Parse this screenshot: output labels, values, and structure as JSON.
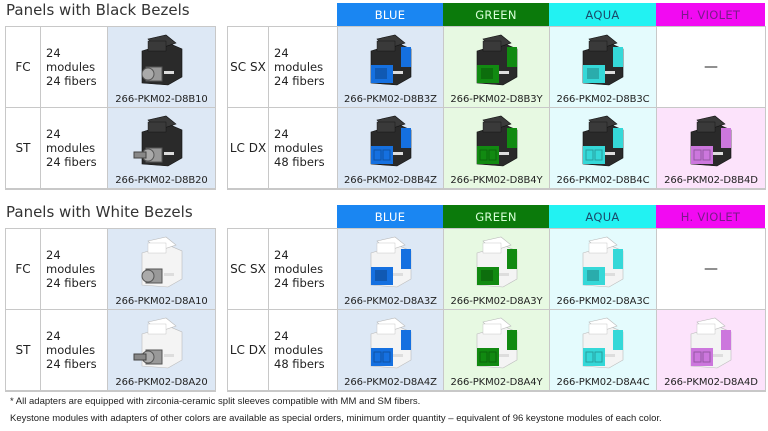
{
  "colors": {
    "blue": "#1a86f2",
    "green": "#0b7a0b",
    "aqua": "#22f2f2",
    "violet": "#f20af2",
    "cell_bg": {
      "blue": "#dde8f5",
      "green": "#e7f9e2",
      "aqua": "#e4fbfd",
      "violet": "#fce3fb",
      "left": "#dde8f5"
    },
    "port": {
      "blue": "#1570e0",
      "green": "#118a11",
      "aqua": "#35d8d8",
      "violet": "#cc77dd"
    }
  },
  "color_headers": [
    {
      "key": "blue",
      "label": "BLUE",
      "text": "#ffffff"
    },
    {
      "key": "green",
      "label": "GREEN",
      "text": "#d8ffd8"
    },
    {
      "key": "aqua",
      "label": "AQUA",
      "text": "#1a4a6a"
    },
    {
      "key": "violet",
      "label": "H. VIOLET",
      "text": "#7a1a8a"
    }
  ],
  "sections": [
    {
      "title": "Panels with Black Bezels",
      "bezel": "black",
      "left": [
        {
          "type": "FC",
          "desc": "24\nmodules\n24 fibers",
          "code": "266-PKM02-D8B10",
          "conn": "fc"
        },
        {
          "type": "ST",
          "desc": "24\nmodules\n24 fibers",
          "code": "266-PKM02-D8B20",
          "conn": "st"
        }
      ],
      "right": [
        {
          "type": "SC SX",
          "desc": "24\nmodules\n24 fibers",
          "codes": [
            "266-PKM02-D8B3Z",
            "266-PKM02-D8B3Y",
            "266-PKM02-D8B3C",
            "—"
          ]
        },
        {
          "type": "LC DX",
          "desc": "24\nmodules\n48 fibers",
          "codes": [
            "266-PKM02-D8B4Z",
            "266-PKM02-D8B4Y",
            "266-PKM02-D8B4C",
            "266-PKM02-D8B4D"
          ]
        }
      ]
    },
    {
      "title": "Panels with White Bezels",
      "bezel": "white",
      "left": [
        {
          "type": "FC",
          "desc": "24\nmodules\n24 fibers",
          "code": "266-PKM02-D8A10",
          "conn": "fc"
        },
        {
          "type": "ST",
          "desc": "24\nmodules\n24 fibers",
          "code": "266-PKM02-D8A20",
          "conn": "st"
        }
      ],
      "right": [
        {
          "type": "SC SX",
          "desc": "24\nmodules\n24 fibers",
          "codes": [
            "266-PKM02-D8A3Z",
            "266-PKM02-D8A3Y",
            "266-PKM02-D8A3C",
            "—"
          ]
        },
        {
          "type": "LC DX",
          "desc": "24\nmodules\n48 fibers",
          "codes": [
            "266-PKM02-D8A4Z",
            "266-PKM02-D8A4Y",
            "266-PKM02-D8A4C",
            "266-PKM02-D8A4D"
          ]
        }
      ]
    }
  ],
  "footnotes": [
    "* All adapters are equipped with zirconia-ceramic split sleeves compatible with MM and SM fibers.",
    "Keystone modules with adapters of other colors are available as special orders, minimum order quantity – equivalent of 96 keystone modules of each color."
  ]
}
